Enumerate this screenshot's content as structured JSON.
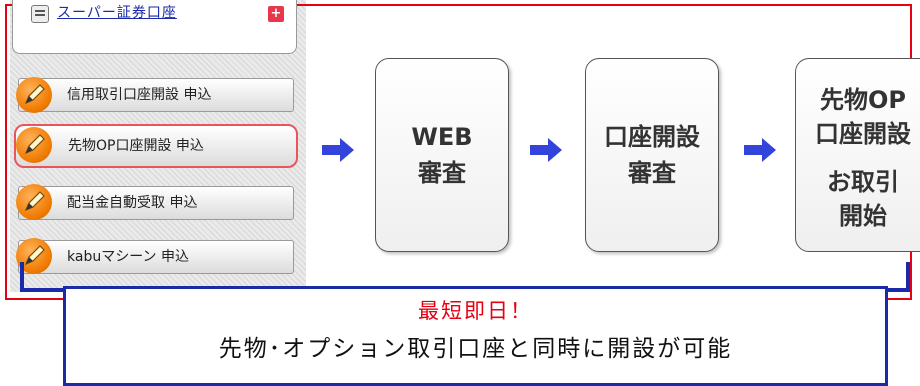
{
  "top_link": {
    "label": "スーパー証券口座"
  },
  "buttons": [
    {
      "label": "信用取引口座開設 申込"
    },
    {
      "label": "先物OP口座開設 申込"
    },
    {
      "label": "配当金自動受取 申込"
    },
    {
      "label": "kabuマシーン 申込"
    }
  ],
  "steps": [
    {
      "line1": "WEB",
      "line2": "審査"
    },
    {
      "line1": "口座開設",
      "line2": "審査"
    },
    {
      "line1": "先物OP",
      "line2": "口座開設",
      "line3": "お取引",
      "line4": "開始"
    }
  ],
  "notice": {
    "title": "最短即日！",
    "text": "先物･オプション取引口座と同時に開設が可能"
  },
  "colors": {
    "frame_red": "#e60012",
    "arrow_blue": "#3344dd",
    "notice_blue": "#1a2aa8",
    "active_outline": "#e8555c"
  }
}
